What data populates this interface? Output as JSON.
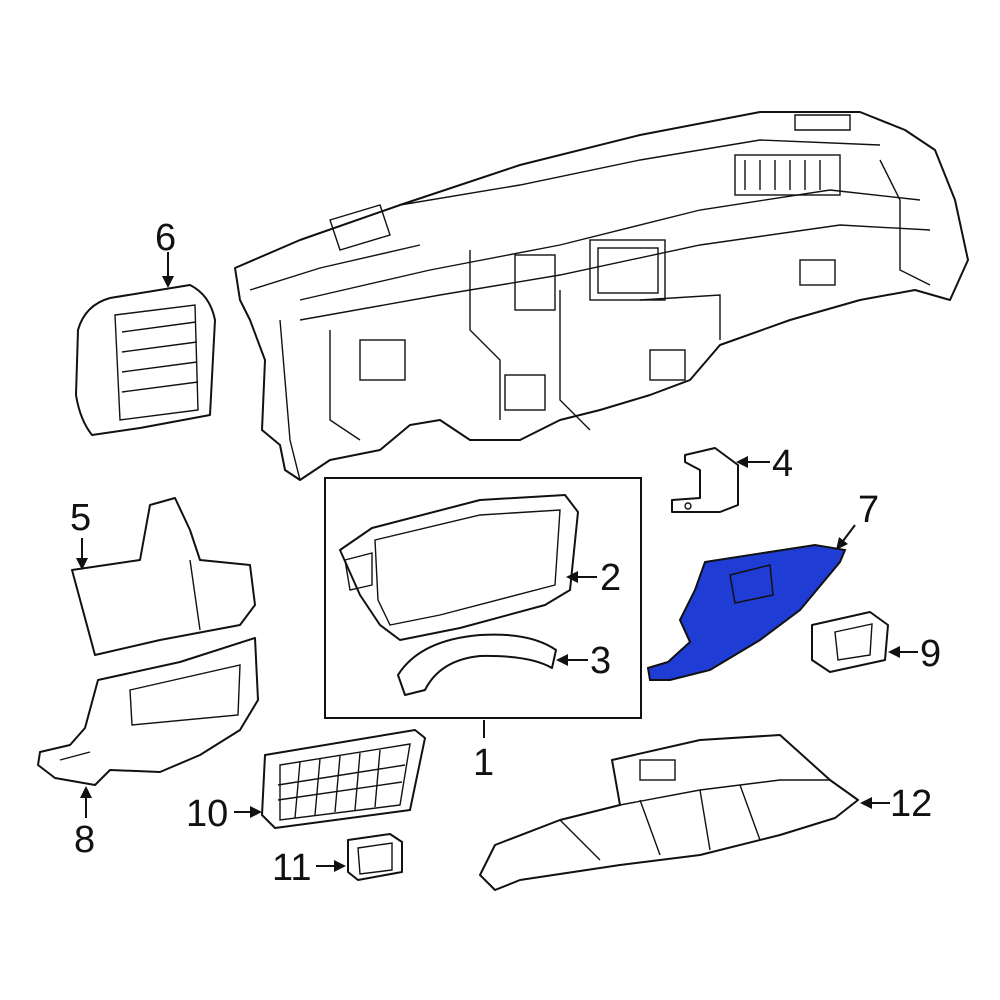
{
  "colors": {
    "highlight": "#1f3cd4",
    "line": "#111111",
    "background": "#ffffff"
  },
  "callouts": {
    "c1": "1",
    "c2": "2",
    "c3": "3",
    "c4": "4",
    "c5": "5",
    "c6": "6",
    "c7": "7",
    "c8": "8",
    "c9": "9",
    "c10": "10",
    "c11": "11",
    "c12": "12"
  }
}
